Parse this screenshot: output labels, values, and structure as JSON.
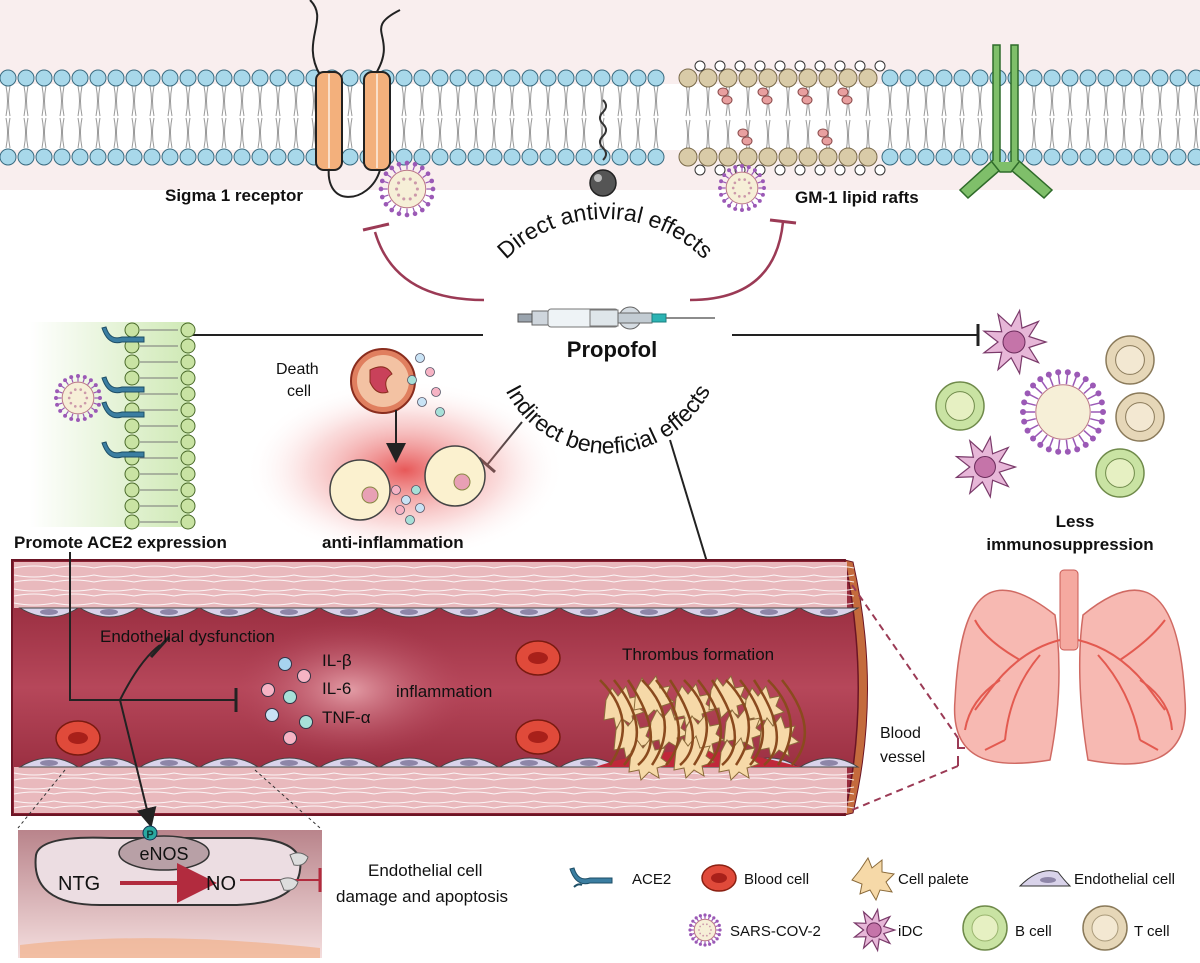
{
  "labels": {
    "sigma": "Sigma 1 receptor",
    "gm1": "GM-1 lipid rafts",
    "direct": "Direct antiviral effects",
    "indirect": "Indirect beneficial effects",
    "propofol": "Propofol",
    "death_line1": "Death",
    "death_line2": "cell",
    "ace2_expr": "Promote ACE2 expression",
    "anti_infl": "anti-inflammation",
    "less_line1": "Less",
    "less_line2": "immunosuppression",
    "endo_dys": "Endothelial dysfunction",
    "il_b": "IL-β",
    "il_6": "IL-6",
    "tnf": "TNF-α",
    "inflammation": "inflammation",
    "thrombus": "Thrombus formation",
    "blood_line1": "Blood",
    "blood_line2": "vessel",
    "enos": "eNOS",
    "p": "P",
    "ntg": "NTG",
    "no": "NO",
    "damage_line1": "Endothelial cell",
    "damage_line2": "damage and apoptosis"
  },
  "legend": {
    "ace2": "ACE2",
    "blood_cell": "Blood cell",
    "cell_palete": "Cell palete",
    "endothelial_cell": "Endothelial cell",
    "sars": "SARS-COV-2",
    "idc": "iDC",
    "b_cell": "B cell",
    "t_cell": "T cell"
  },
  "colors": {
    "membrane_head": "#a8d8ea",
    "raft_head": "#d9cba8",
    "receptor": "#f3b07c",
    "inhibit_line": "#9b3a55",
    "vessel": "#8c2234",
    "vessel_wall": "#e9b9bd",
    "lung": "#f5a9a0",
    "virus": "#9b59b6",
    "ace2": "#3b7ea1",
    "green_cell": "#c9e3a3",
    "tan_cell": "#e6d7b8"
  }
}
